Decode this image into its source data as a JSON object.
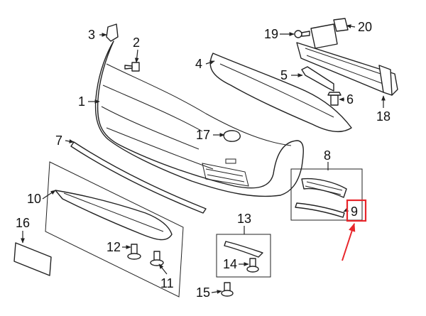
{
  "diagram": {
    "callouts": {
      "c1": "1",
      "c2": "2",
      "c3": "3",
      "c4": "4",
      "c5": "5",
      "c6": "6",
      "c7": "7",
      "c8": "8",
      "c9": "9",
      "c10": "10",
      "c11": "11",
      "c12": "12",
      "c13": "13",
      "c14": "14",
      "c15": "15",
      "c16": "16",
      "c17": "17",
      "c18": "18",
      "c19": "19",
      "c20": "20"
    },
    "highlight": {
      "target": "9",
      "color": "#e8262b"
    }
  }
}
